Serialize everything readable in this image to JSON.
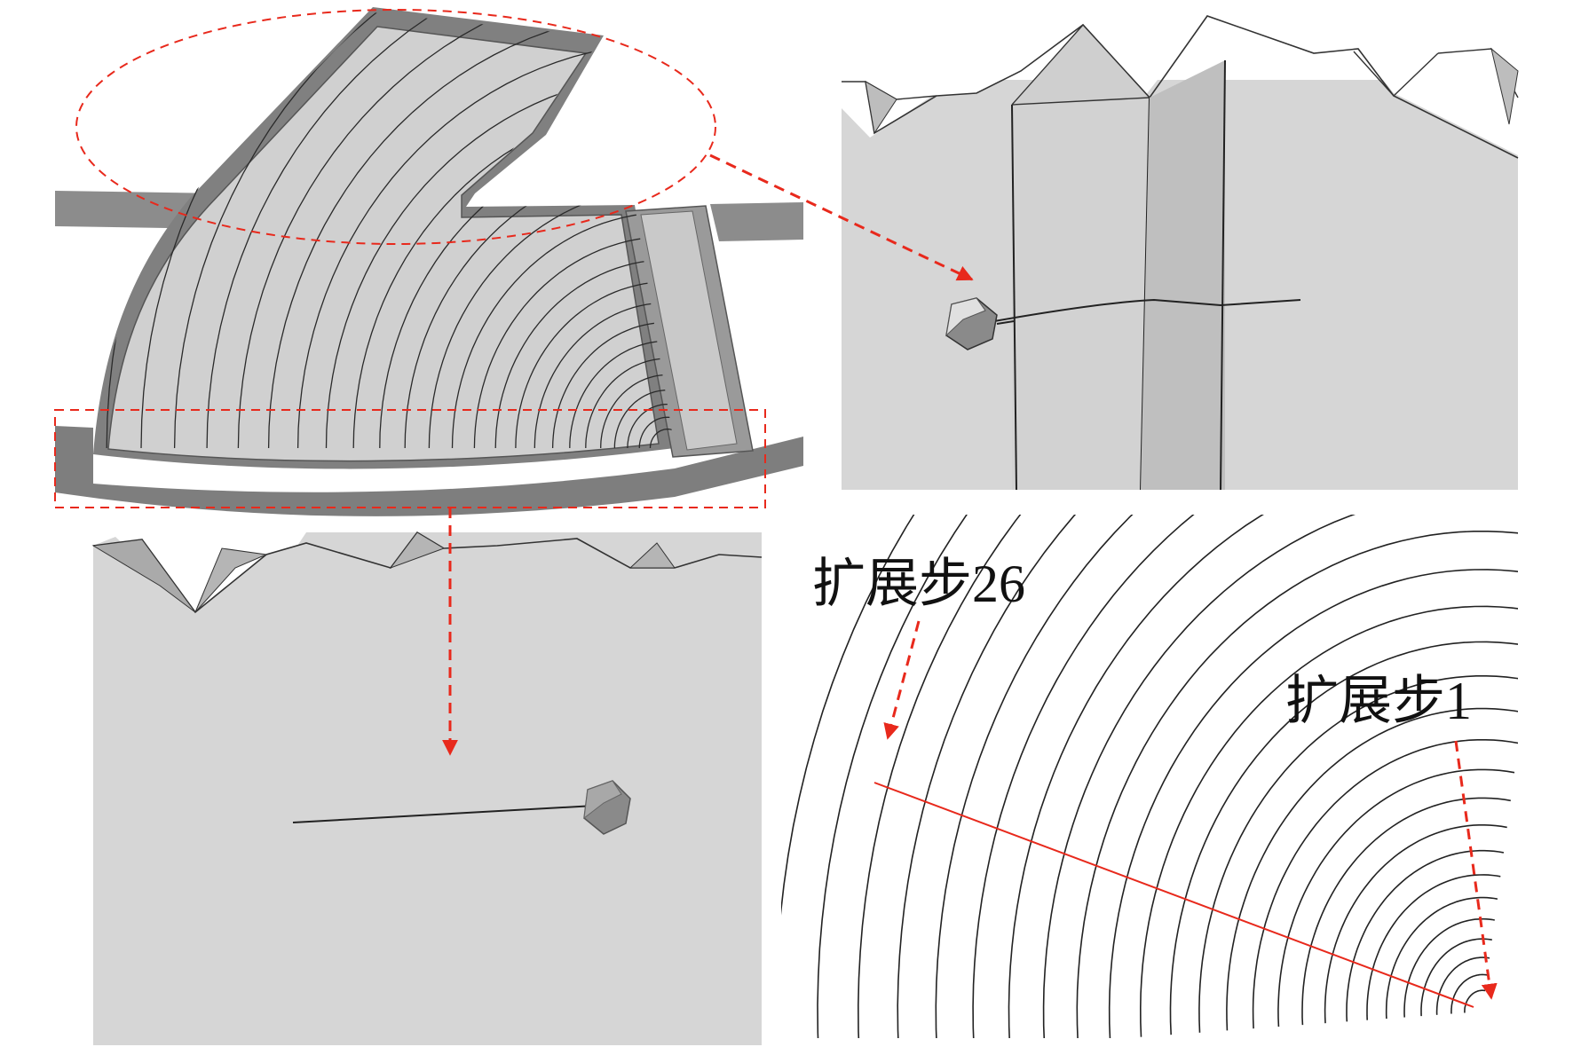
{
  "colors": {
    "face": "#d0d0d0",
    "frame": "#8c8c8c",
    "frame_dark": "#6e6e6e",
    "line": "#2a2a2a",
    "highlight": "#e8291c",
    "background": "#ffffff"
  },
  "labels": {
    "step_last": "扩展步26",
    "step_first": "扩展步1"
  },
  "propagation": {
    "step_first": 1,
    "step_last": 26
  },
  "icons": {
    "crack_tip_marker": "hexagon-node-icon",
    "callout_arrow": "dashed-arrow-icon"
  }
}
